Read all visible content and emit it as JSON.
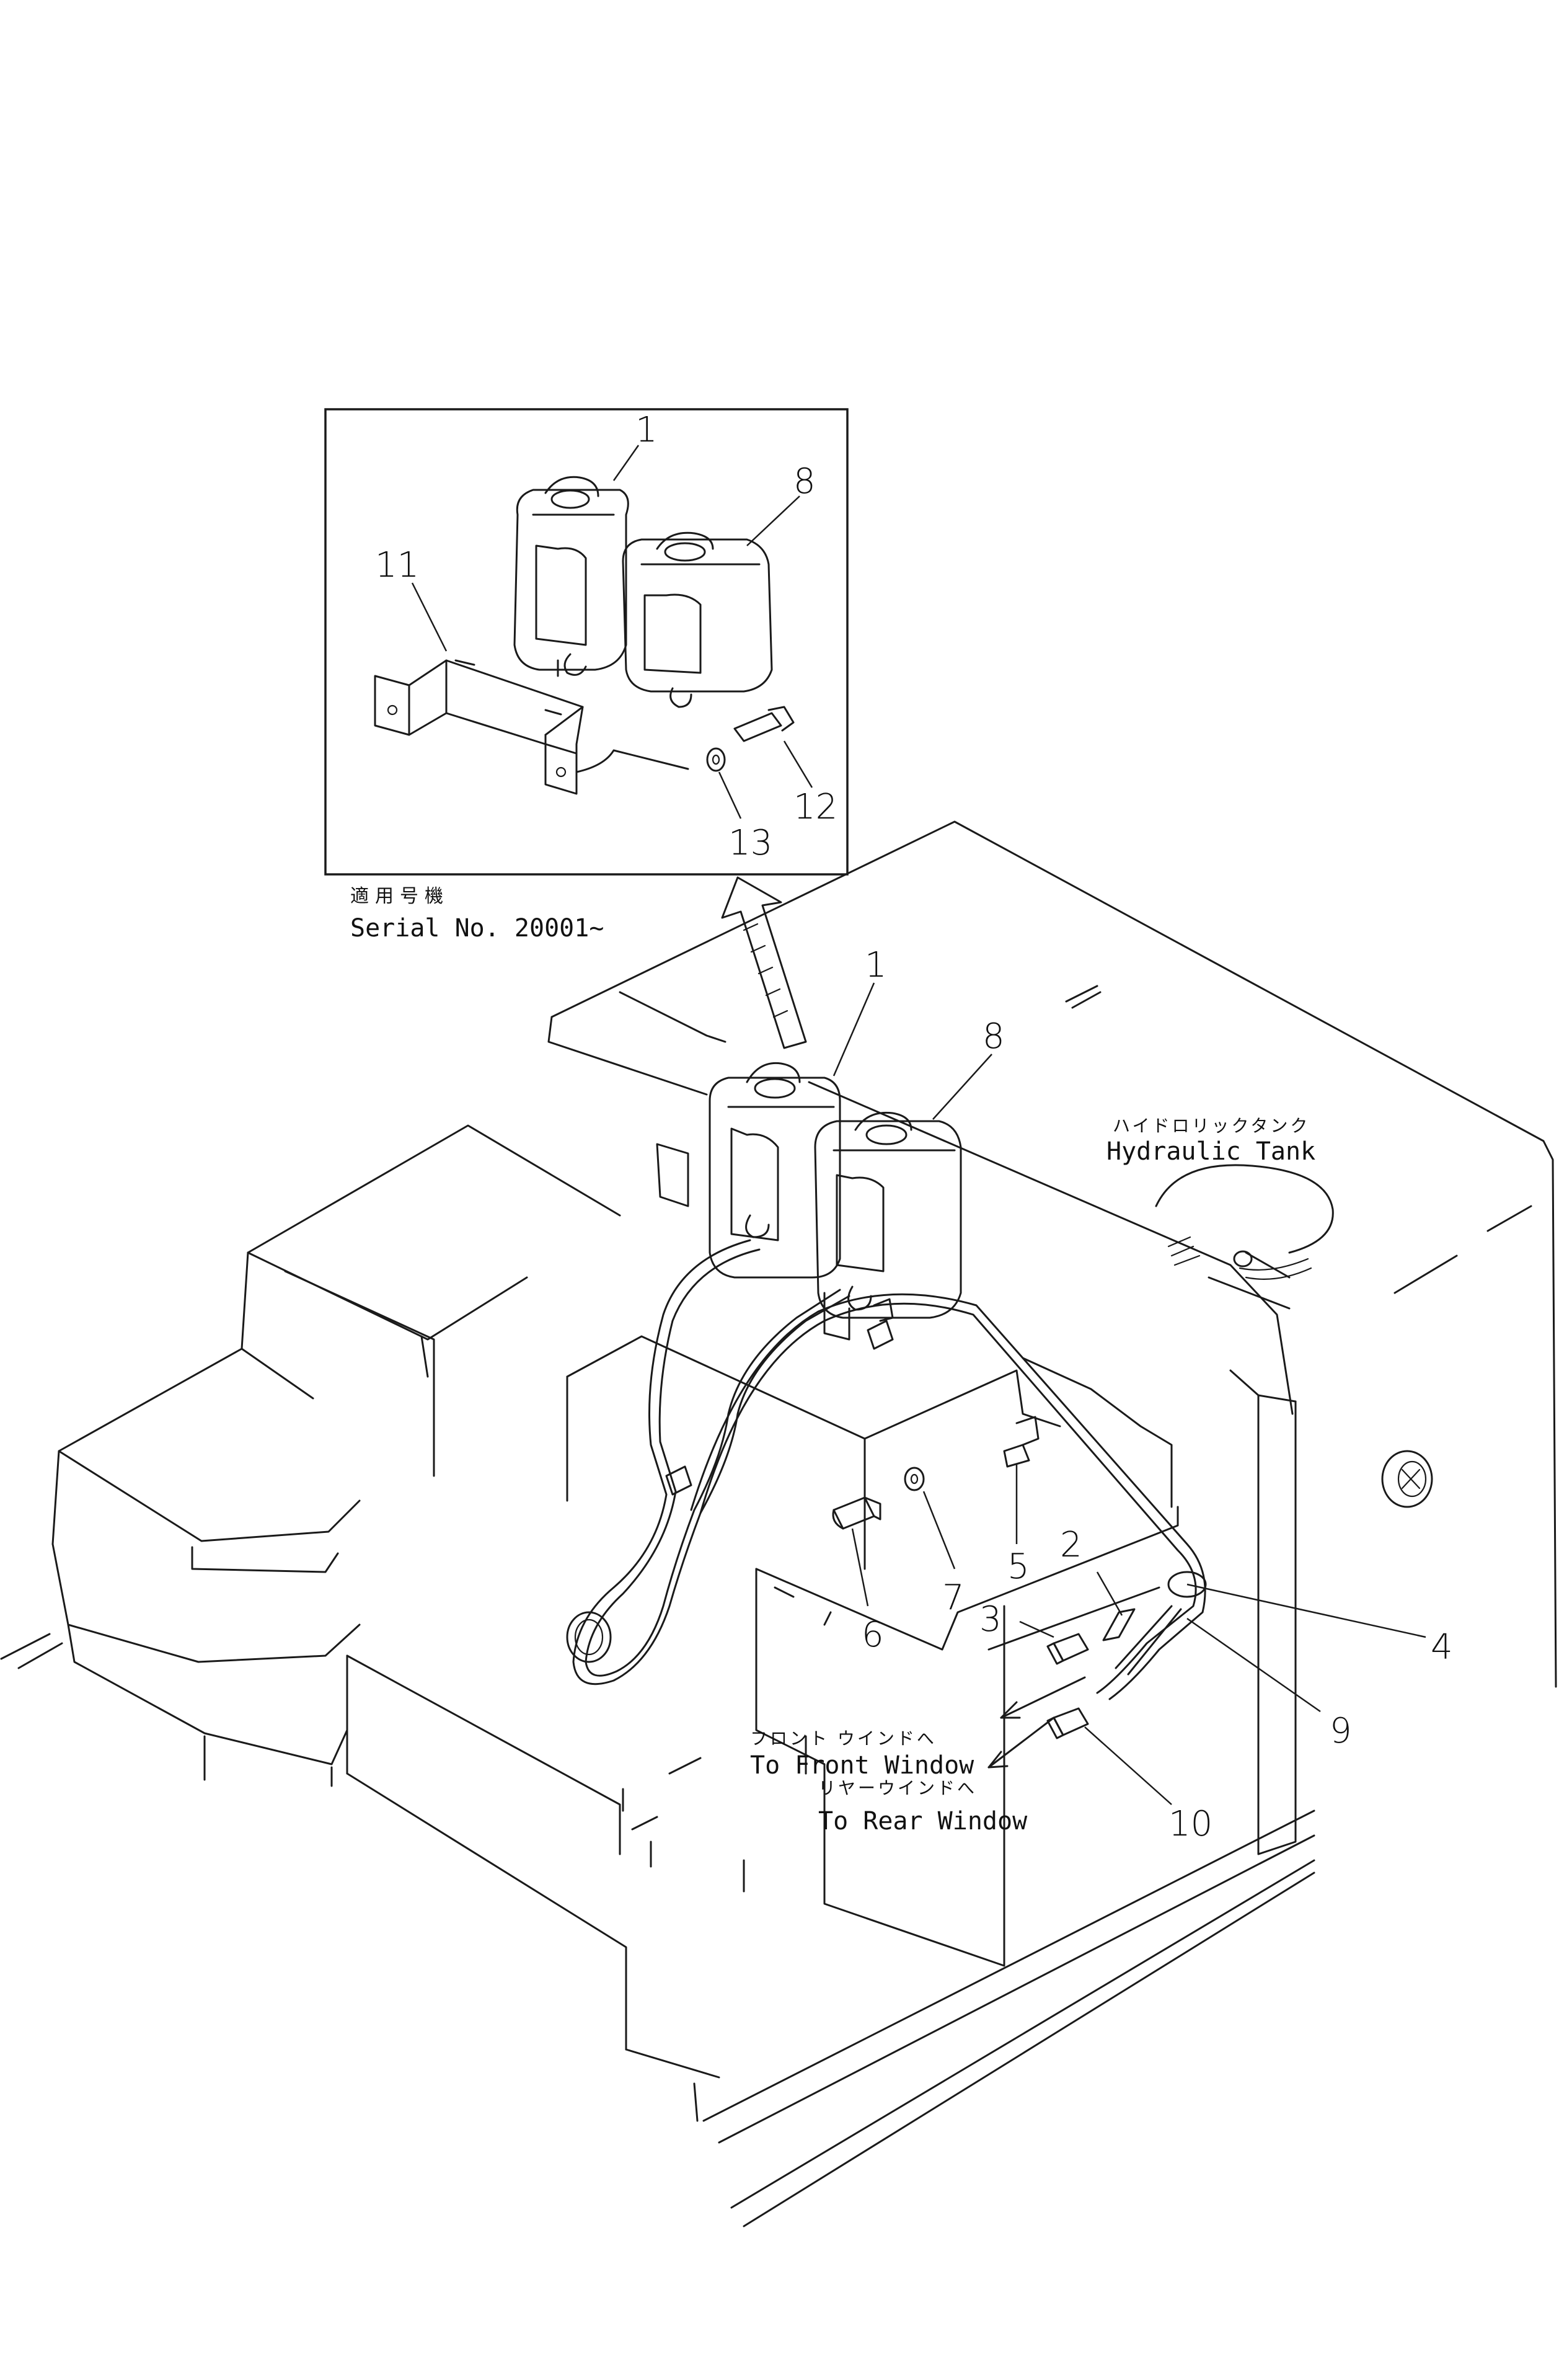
{
  "inset": {
    "serial_label_jp": "適用号機",
    "serial_label": "Serial No. 20001~",
    "callouts": {
      "c1": "1",
      "c8": "8",
      "c11": "11",
      "c12": "12",
      "c13": "13"
    }
  },
  "main": {
    "callouts": {
      "c1": "1",
      "c8": "8",
      "c2": "2",
      "c3": "3",
      "c4": "4",
      "c5": "5",
      "c6": "6",
      "c7": "7",
      "c9": "9",
      "c10": "10"
    },
    "hydraulic_tank_jp": "ハイドロリックタンク",
    "hydraulic_tank": "Hydraulic Tank",
    "front_window_jp": "フロント ウインドへ",
    "front_window": "To Front Window",
    "rear_window_jp": "リヤーウインドへ",
    "rear_window": "To Rear Window"
  }
}
